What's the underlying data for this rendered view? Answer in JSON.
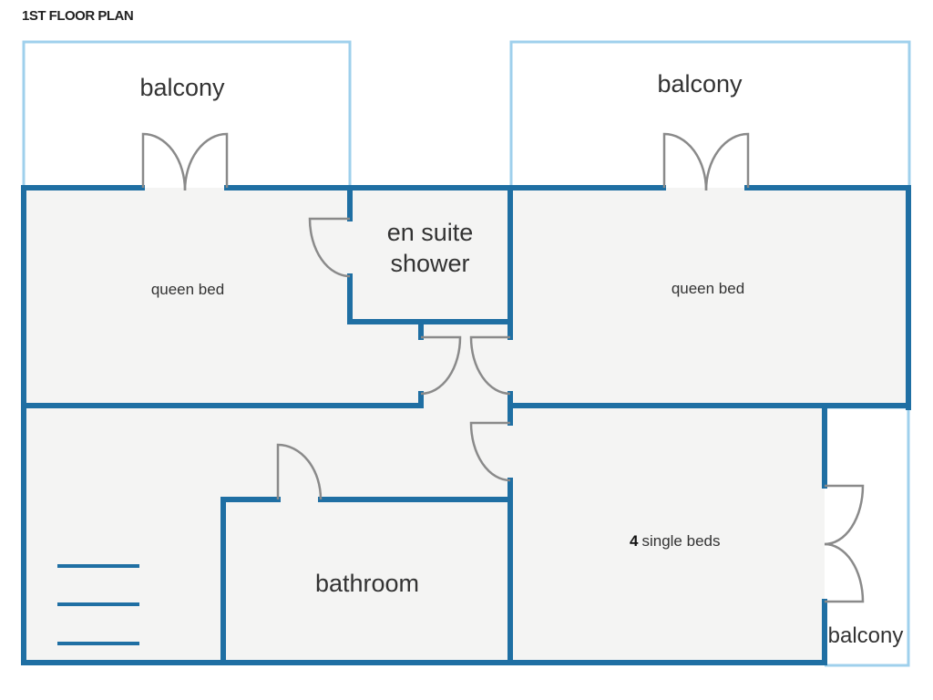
{
  "title": "1ST FLOOR PLAN",
  "colors": {
    "wall": "#1f6fa3",
    "balcony_outline": "#9fd0ec",
    "room_fill": "#f4f4f3",
    "door": "#8a8a8a"
  },
  "rooms": {
    "balcony_left": "balcony",
    "balcony_right": "balcony",
    "en_suite_line1": "en suite",
    "en_suite_line2": "shower",
    "queen_bed_left": "queen bed",
    "queen_bed_right": "queen bed",
    "single_beds_count": "4",
    "single_beds_label": "single beds",
    "bathroom": "bathroom",
    "balcony_small": "balcony"
  },
  "icons": {
    "door": "door-swing-icon",
    "stairs": "stairs-icon"
  }
}
